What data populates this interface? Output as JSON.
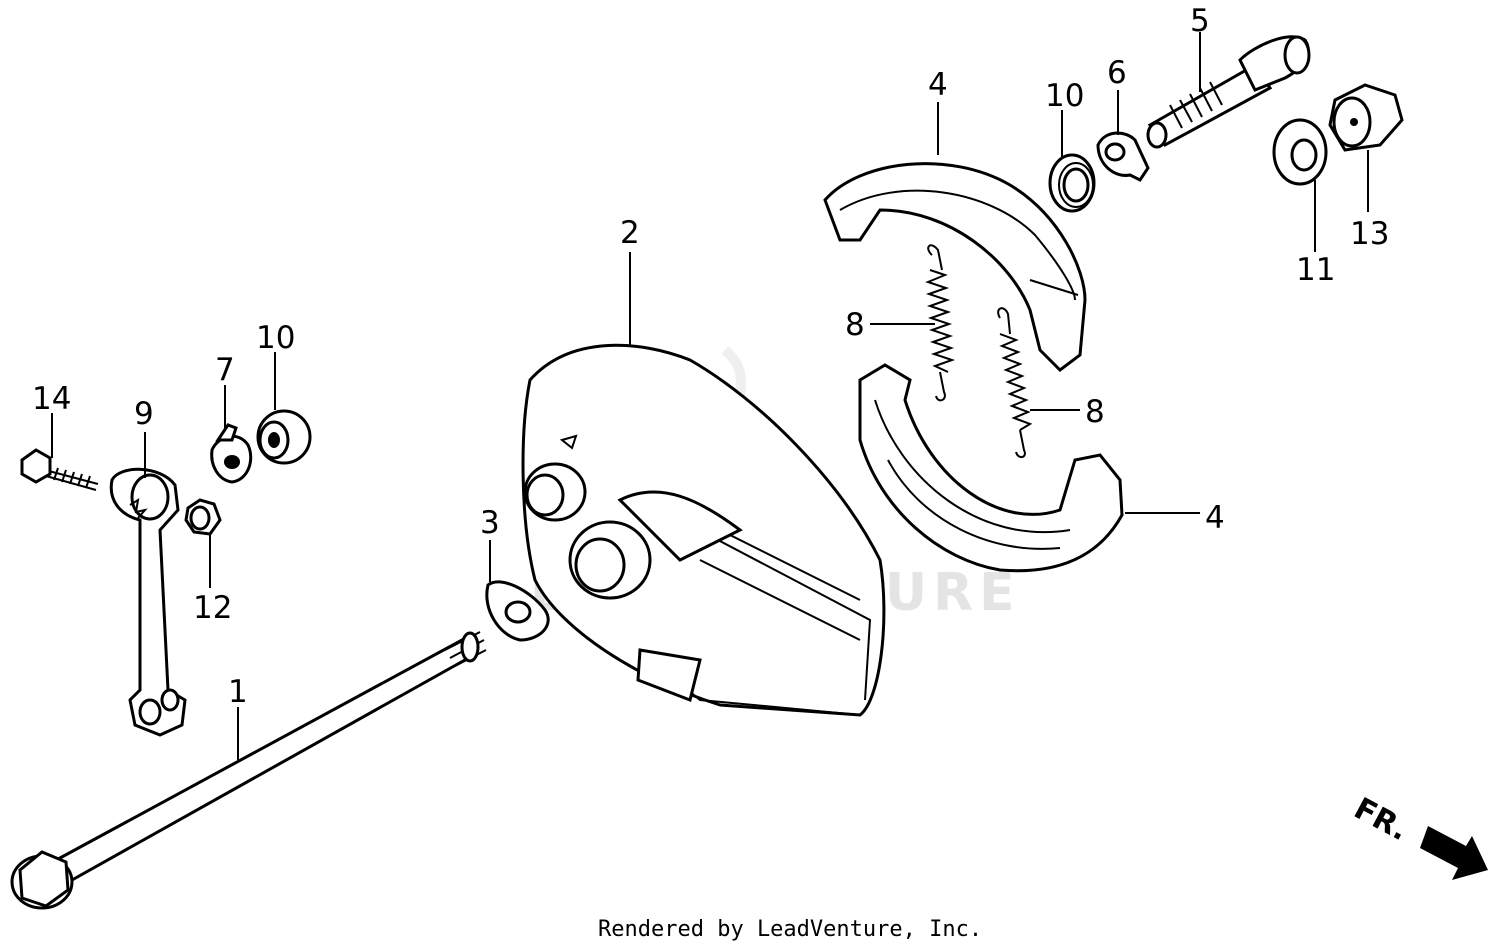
{
  "callouts": {
    "c1": "1",
    "c2": "2",
    "c3": "3",
    "c4a": "4",
    "c4b": "4",
    "c5": "5",
    "c6": "6",
    "c7": "7",
    "c8a": "8",
    "c8b": "8",
    "c9": "9",
    "c10a": "10",
    "c10b": "10",
    "c11": "11",
    "c12": "12",
    "c13": "13",
    "c14": "14"
  },
  "direction_label": "FR.",
  "watermark": "LEADVENTURE",
  "footer_text": "Rendered by LeadVenture, Inc."
}
